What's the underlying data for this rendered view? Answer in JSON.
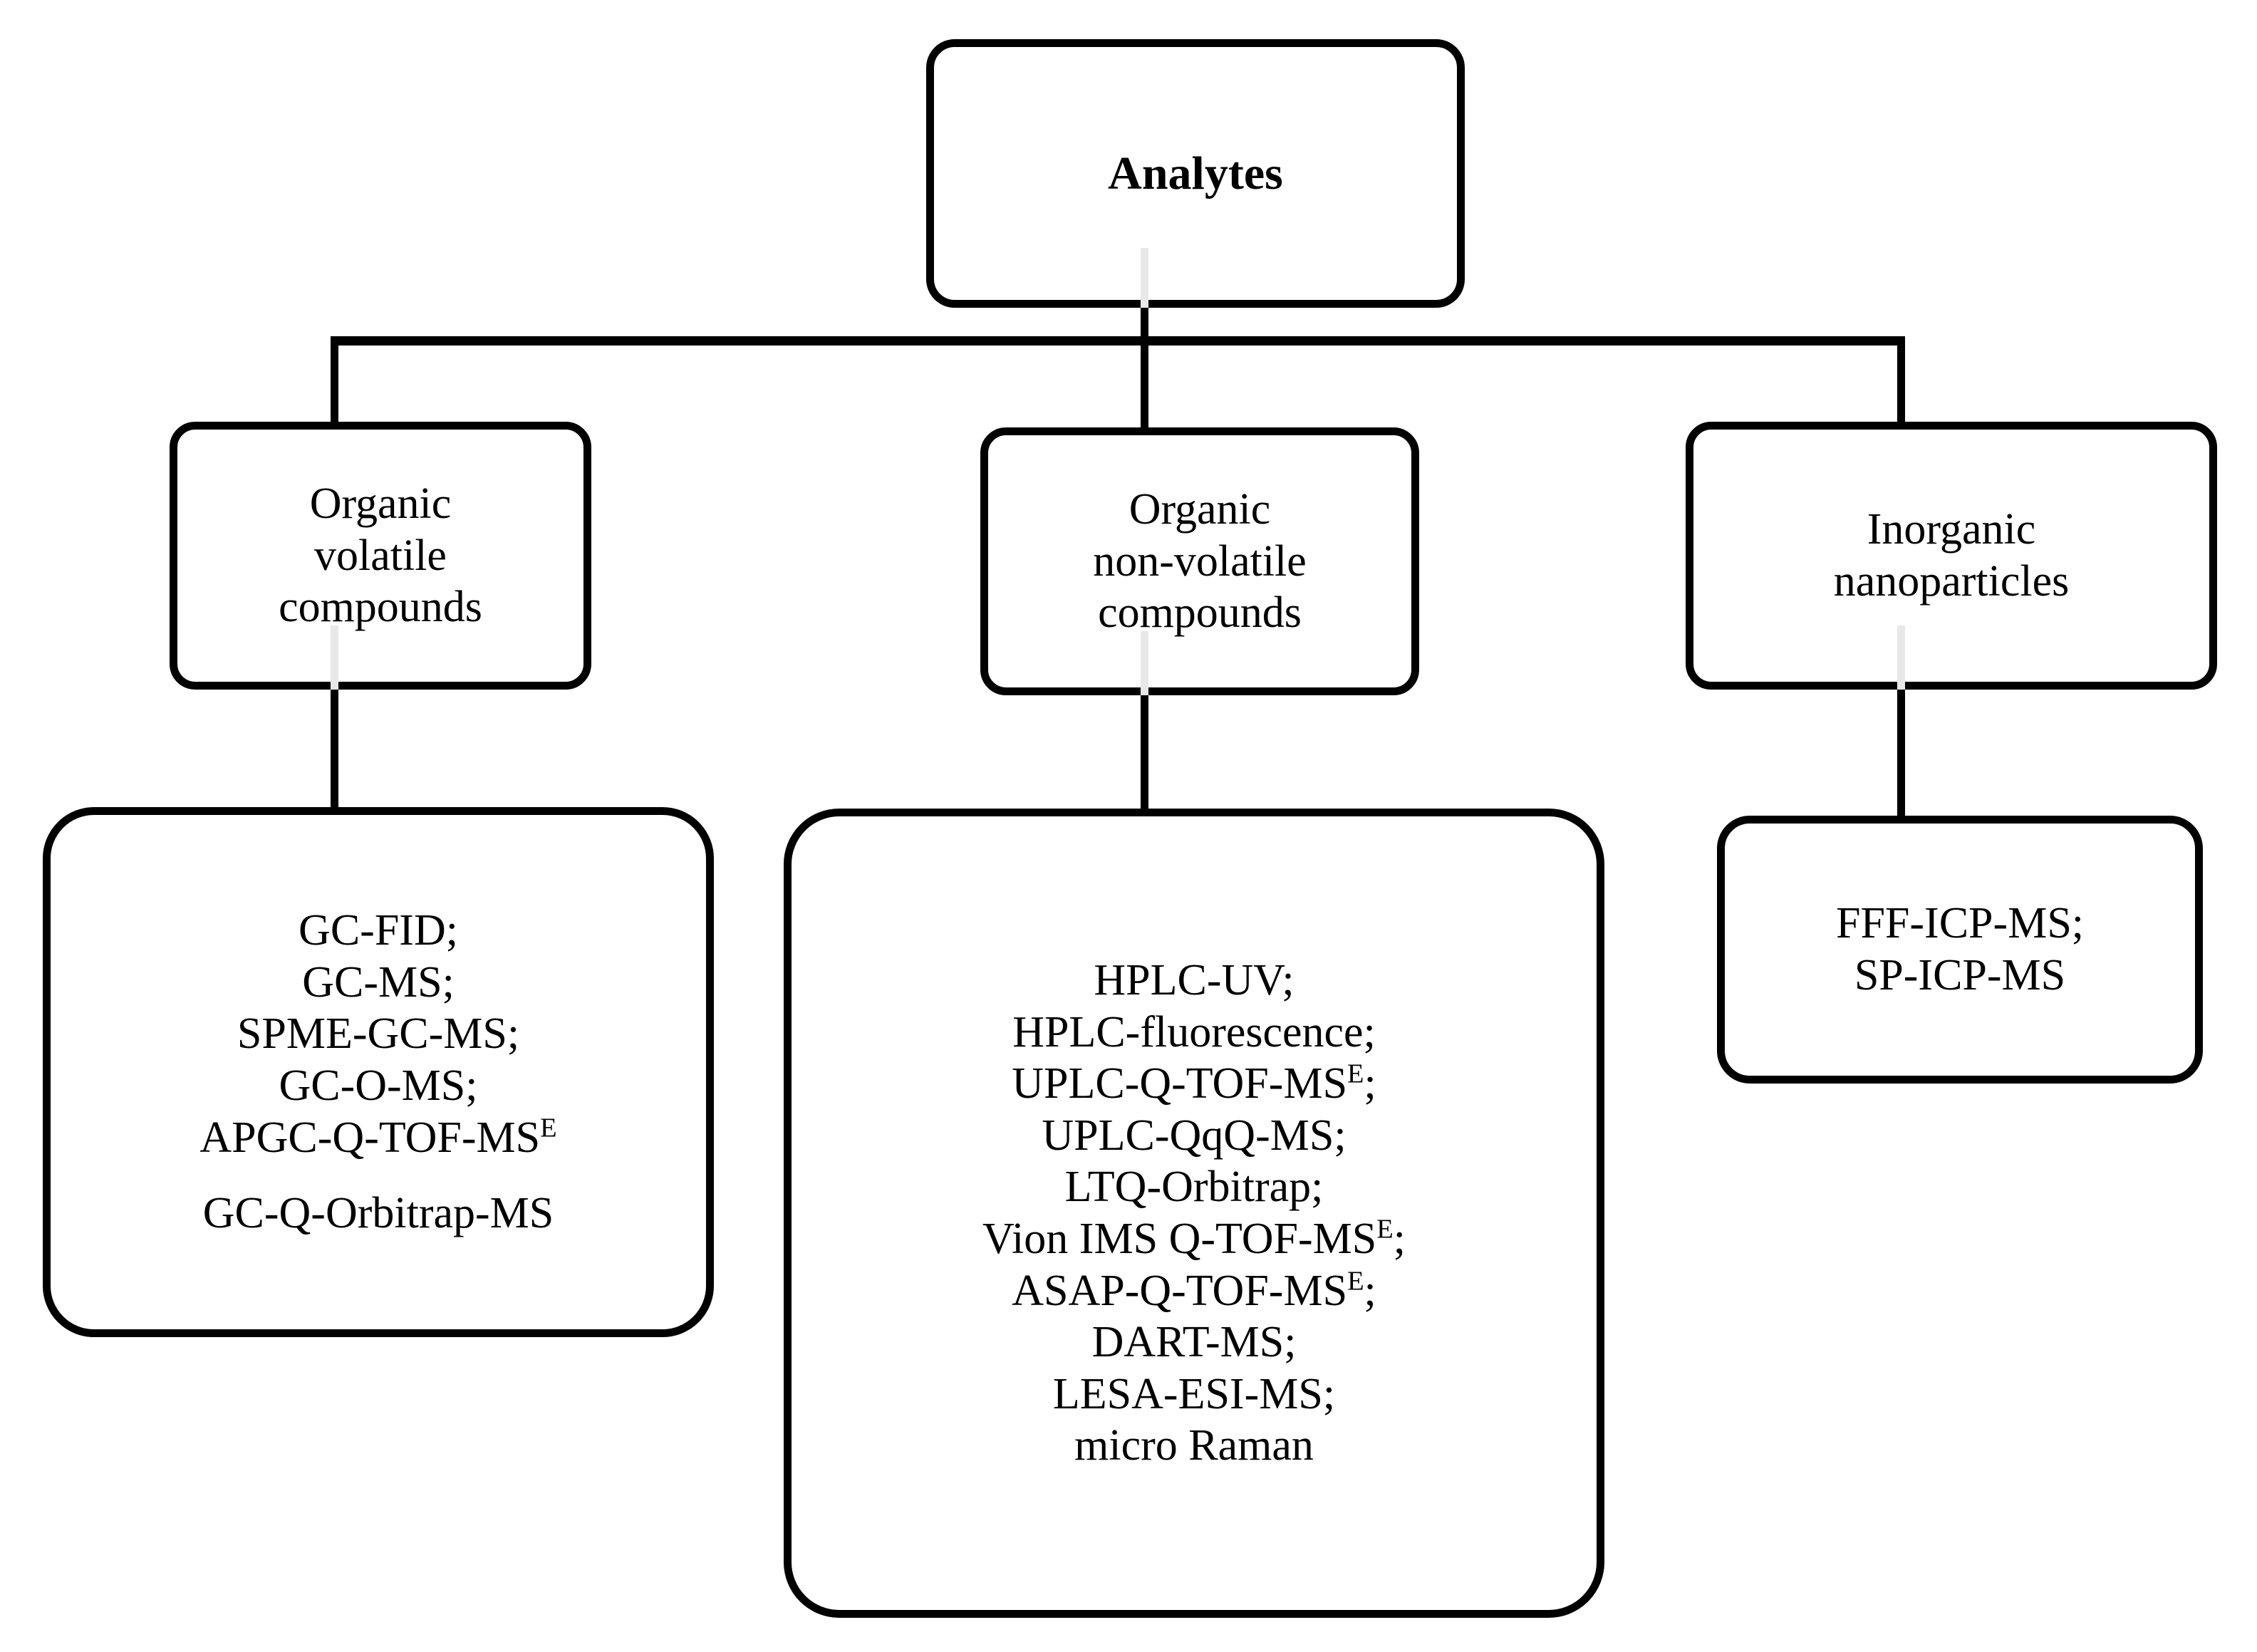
{
  "diagram": {
    "title_node": {
      "label": "Analytes"
    },
    "categories": [
      {
        "id": "volatile",
        "lines": [
          "Organic",
          "volatile",
          "compounds"
        ]
      },
      {
        "id": "nonvolatile",
        "lines": [
          "Organic",
          "non-volatile",
          "compounds"
        ]
      },
      {
        "id": "inorganic",
        "lines": [
          "Inorganic",
          "nanoparticles"
        ]
      }
    ],
    "techniques": {
      "volatile": {
        "group_a": [
          "GC-FID;",
          "GC-MS;",
          "SPME-GC-MS;",
          "GC-O-MS;"
        ],
        "superscript_item": {
          "base": "APGC-Q-TOF-MS",
          "sup": "E"
        },
        "group_b": [
          "GC-Q-Orbitrap-MS"
        ]
      },
      "nonvolatile": {
        "items": [
          {
            "base": "HPLC-UV;",
            "sup": ""
          },
          {
            "base": "HPLC-fluorescence;",
            "sup": ""
          },
          {
            "base": "UPLC-Q-TOF-MS",
            "sup": "E",
            "tail": ";"
          },
          {
            "base": "UPLC-QqQ-MS;",
            "sup": ""
          },
          {
            "base": "LTQ-Orbitrap;",
            "sup": ""
          },
          {
            "base": "Vion IMS Q-TOF-MS",
            "sup": "E",
            "tail": ";"
          },
          {
            "base": "ASAP-Q-TOF-MS",
            "sup": "E",
            "tail": ";"
          },
          {
            "base": "DART-MS;",
            "sup": ""
          },
          {
            "base": "LESA-ESI-MS;",
            "sup": ""
          },
          {
            "base": "micro Raman",
            "sup": ""
          }
        ]
      },
      "inorganic": {
        "items": [
          "FFF-ICP-MS;",
          "SP-ICP-MS"
        ]
      }
    },
    "colors": {
      "stroke": "#000000",
      "background": "#ffffff",
      "text": "#000000",
      "stub": "#e8e8e8"
    }
  }
}
